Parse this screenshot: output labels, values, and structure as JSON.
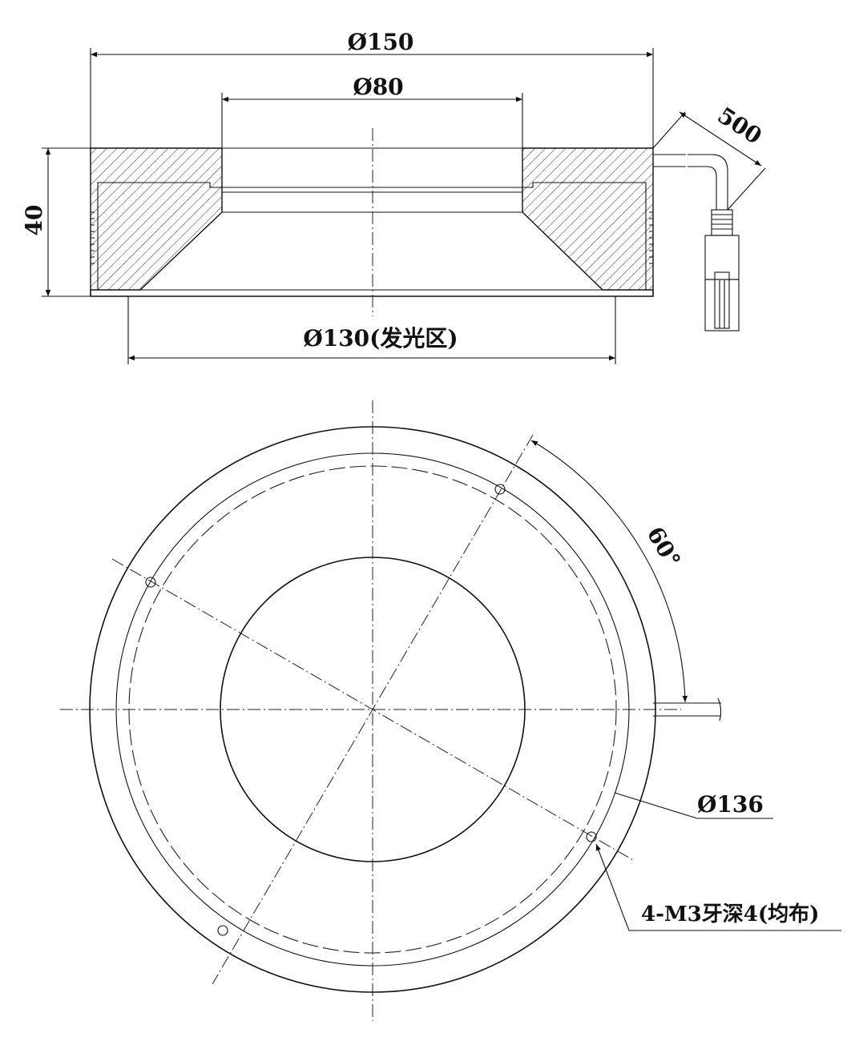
{
  "labels": {
    "outer_diameter": "Ø150",
    "inner_diameter": "Ø80",
    "height": "40",
    "cable_length": "500",
    "emitting_area": "Ø130(发光区)",
    "angle": "60°",
    "bolt_circle": "Ø136",
    "mounting_holes": "4-M3牙深4(均布)"
  }
}
